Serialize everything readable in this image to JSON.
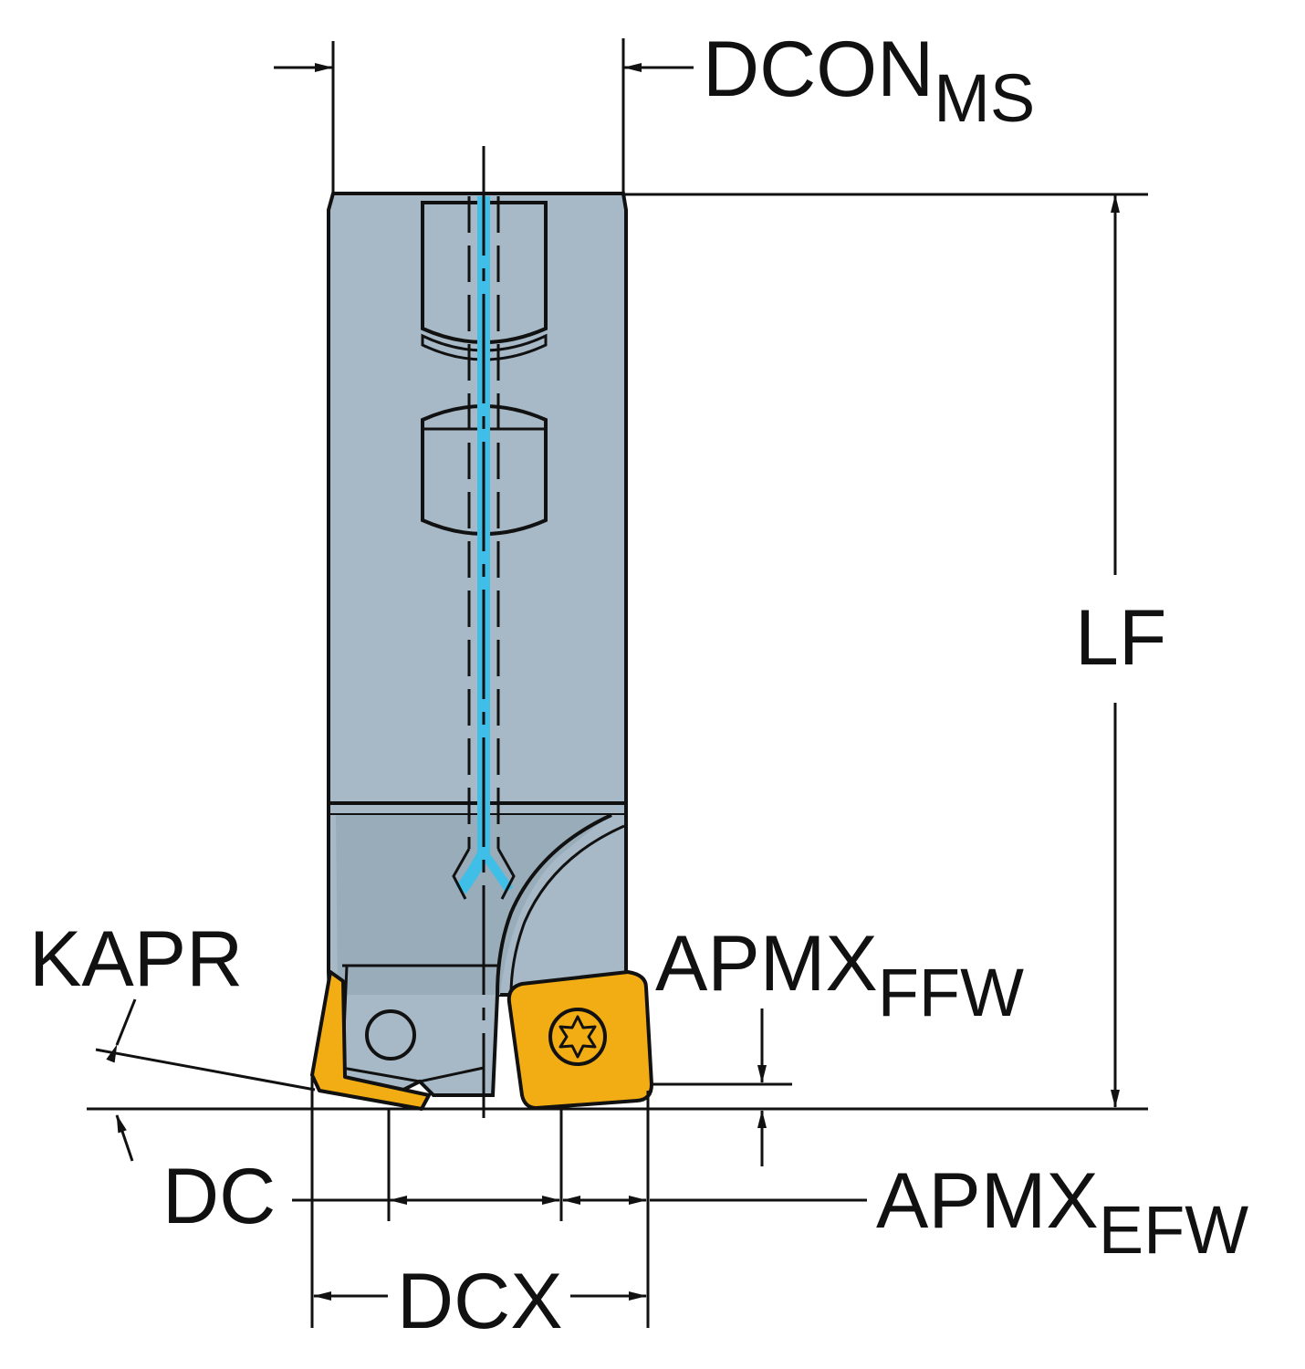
{
  "title": "Square shoulder milling cutter dimensions",
  "colors": {
    "body": "#a7b9c6",
    "body_shade": "#99acba",
    "coolant": "#3fbfe8",
    "insert": "#f2ad14",
    "outline": "#111111",
    "background": "#ffffff"
  },
  "labels": {
    "dcon": {
      "main": "DCON",
      "sub": "MS"
    },
    "lf": {
      "main": "LF"
    },
    "kapr": {
      "main": "KAPR"
    },
    "apmx_ffw": {
      "main": "APMX",
      "sub": "FFW"
    },
    "apmx_efw": {
      "main": "APMX",
      "sub": "EFW"
    },
    "dc": {
      "main": "DC"
    },
    "dcx": {
      "main": "DCX"
    }
  }
}
